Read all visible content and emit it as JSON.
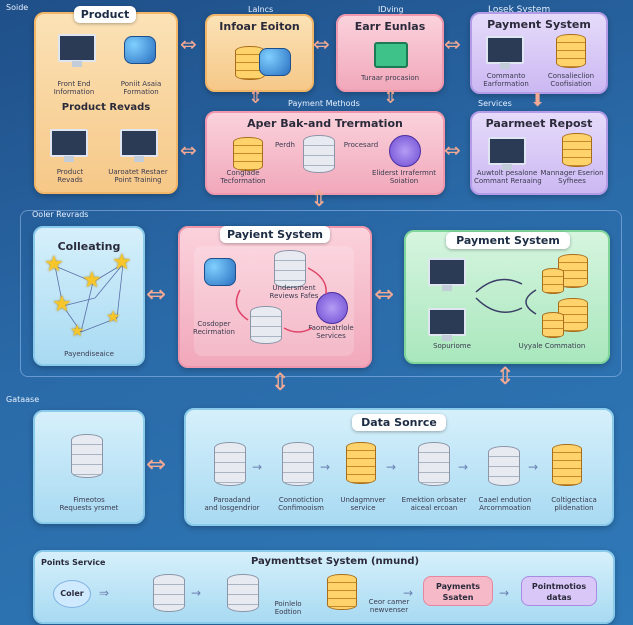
{
  "sections": {
    "top": "Soide",
    "middle": "Ooler Revrads",
    "gataase": "Gataase",
    "services": "Services",
    "payment_methods": "Payment Methods",
    "lalncs": "Lalncs",
    "idving": "IDving",
    "losek": "Losek System"
  },
  "product": {
    "title": "Product",
    "item1": "Front End\nInformation",
    "item2": "Poniit Asaia\nFormation",
    "sub": "Product Revads",
    "item3": "Product\nRevads",
    "item4": "Uaroatet Restaer\nPoint Training"
  },
  "infoar": {
    "title": "Infoar Eoiton"
  },
  "earr": {
    "title": "Earr Eunlas",
    "sub": "Turaar procasion"
  },
  "payment_top": {
    "title": "Payment System",
    "item1": "Commanto\nEarformation",
    "item2": "Consalieclion\nCoofisiation"
  },
  "aper": {
    "title": "Aper Bak-and Trermation",
    "left": "Perdh",
    "right": "Procesard",
    "item1": "Conglade\nTecformation",
    "item2": "Eliderst Irrafermnt\nSoiation"
  },
  "parmeet": {
    "title": "Paarmeet Repost",
    "item1": "Auwtolt pesalone\nCommant Reraaing",
    "item2": "Mannager Eserion\nSyfhees"
  },
  "colleating": {
    "title": "Colleating",
    "caption": "Payendiseaice"
  },
  "payment_mid": {
    "title": "Payient System",
    "item1": "Undersment\nReviews Fafes",
    "item2": "Cosdoper\nRecirmation",
    "item3": "Faomeatrlole\nServices"
  },
  "payment_green": {
    "title": "Payment System",
    "item1": "Sopuriome",
    "item2": "Uyyale Commation"
  },
  "data_source": {
    "title": "Data Sonrce",
    "item0": "Fimeotos\nRequests yrsmet",
    "item1": "Paroadand\nand Iosgendrior",
    "item2": "Connotiction\nConfimooism",
    "item3": "Undagmnver\nservice",
    "item4": "Emektion orbsater\naiceal ercoan",
    "item5": "Caael endution\nArcornmoation",
    "item6": "Coltigectiaca\nplidenation"
  },
  "bottom": {
    "title": "Paymenttset System (nmund)",
    "left": "Points Service",
    "pill1": "Coler",
    "label1": "Poinlelo\nEodtion",
    "label2": "Ceor camer\nnewvenser",
    "pill2": "Payments\nSsaten",
    "pill3": "Pointmotios\ndatas"
  }
}
